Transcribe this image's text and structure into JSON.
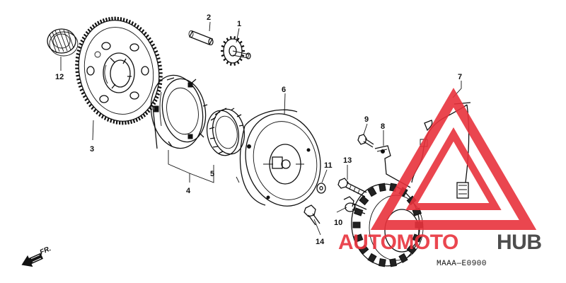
{
  "callouts": {
    "c1": "1",
    "c2": "2",
    "c3": "3",
    "c4": "4",
    "c5": "5",
    "c6": "6",
    "c7": "7",
    "c8": "8",
    "c9": "9",
    "c10": "10",
    "c11": "11",
    "c12": "12",
    "c13": "13",
    "c14": "14"
  },
  "direction_label": "FR.",
  "diagram_code": "MAAA—E0900",
  "watermark": {
    "brand_part1": "AUTOMOTO",
    "brand_part2": "HUB",
    "color_red": "#e8323c",
    "color_dark": "#3a3a3a"
  }
}
